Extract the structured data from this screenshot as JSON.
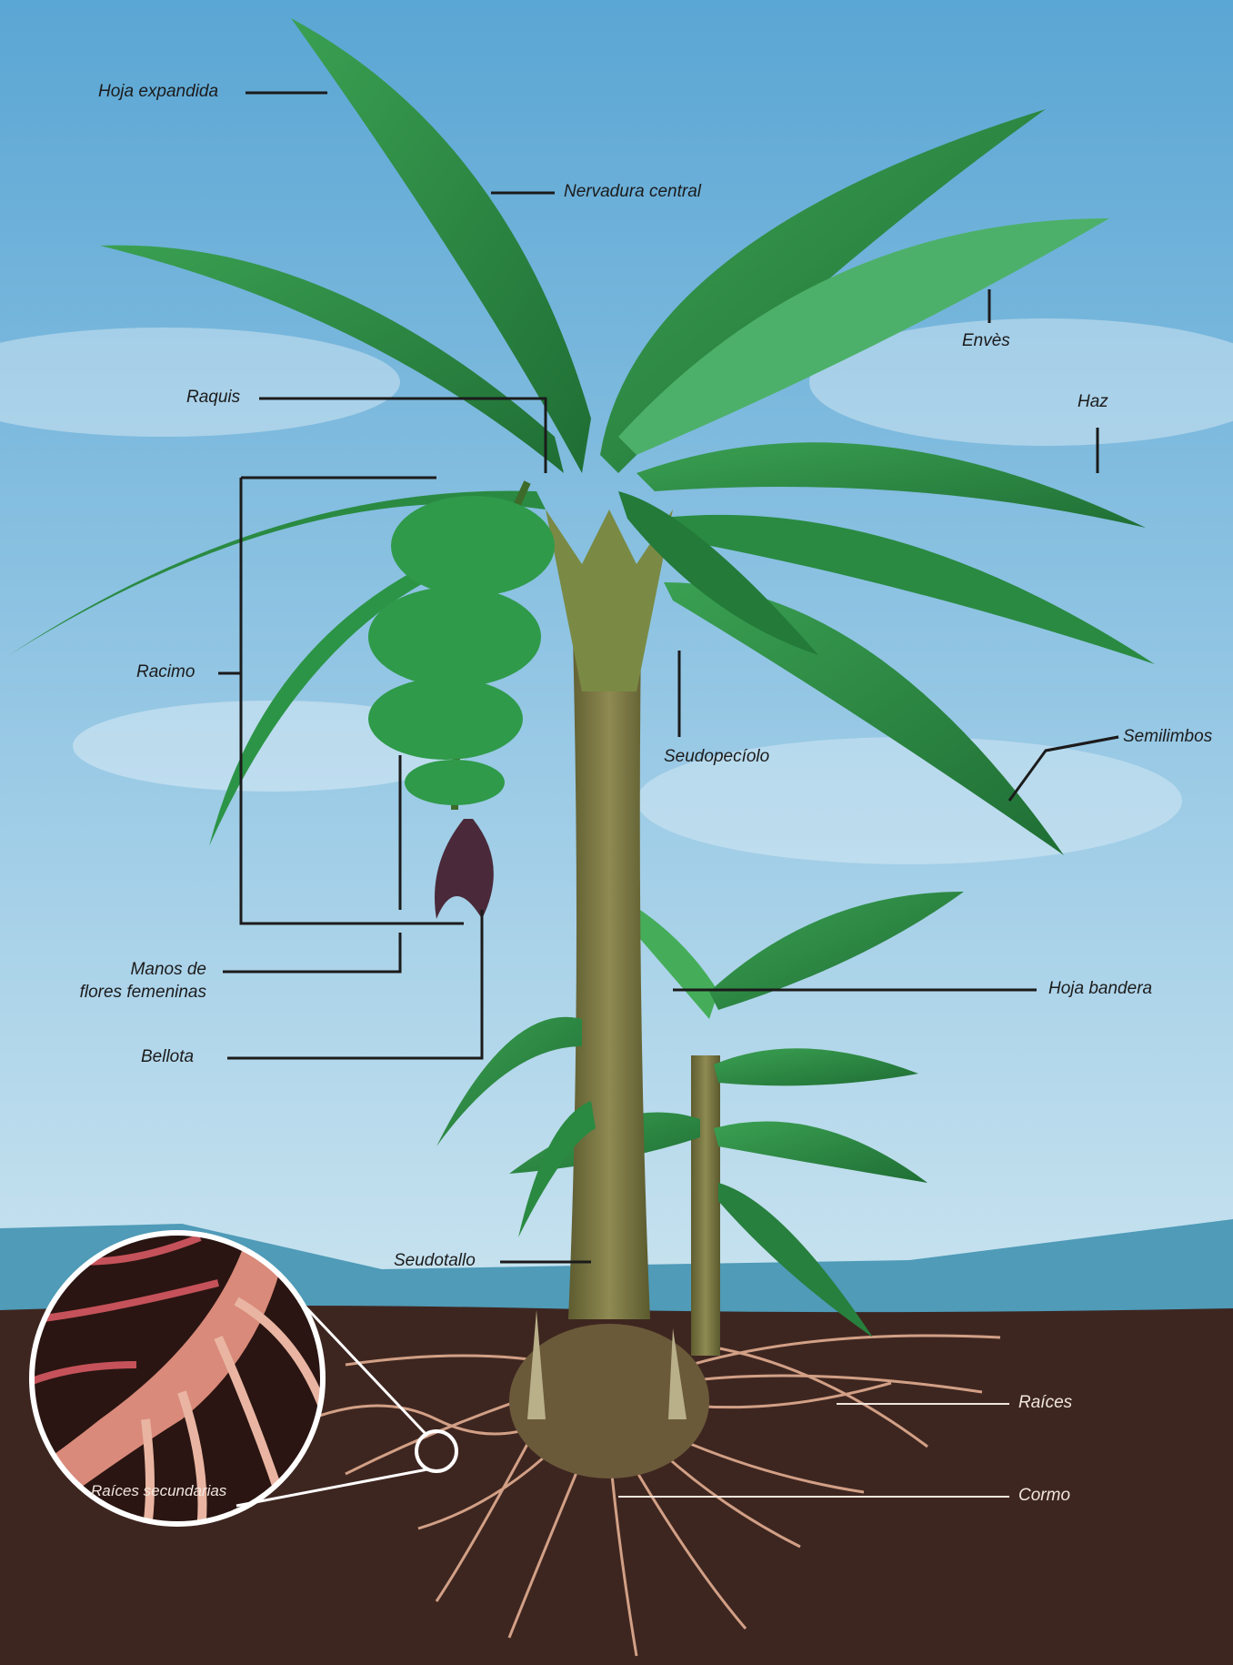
{
  "labels": {
    "hoja_expandida": "Hoja expandida",
    "nervadura_central": "Nervadura central",
    "enves": "Envès",
    "haz": "Haz",
    "raquis": "Raquis",
    "racimo": "Racimo",
    "seudopeciolo": "Seudopecíolo",
    "semilimbos": "Semilimbos",
    "manos_line1": "Manos de",
    "manos_line2": "flores femeninas",
    "bellota": "Bellota",
    "hoja_bandera": "Hoja bandera",
    "seudotallo": "Seudotallo",
    "raices": "Raíces",
    "cormo": "Cormo",
    "raices_secundarias": "Raíces secundarias"
  },
  "colors": {
    "sky_top": "#5fa9d6",
    "sky_bottom": "#cfe6f0",
    "soil": "#3e2620",
    "leaf": "#2f8f45",
    "leaf_dark": "#1f6b33",
    "stem": "#7c7a45",
    "root": "#e8b79c",
    "bellota": "#4a2a3a",
    "label_line": "#1b1b1b"
  }
}
